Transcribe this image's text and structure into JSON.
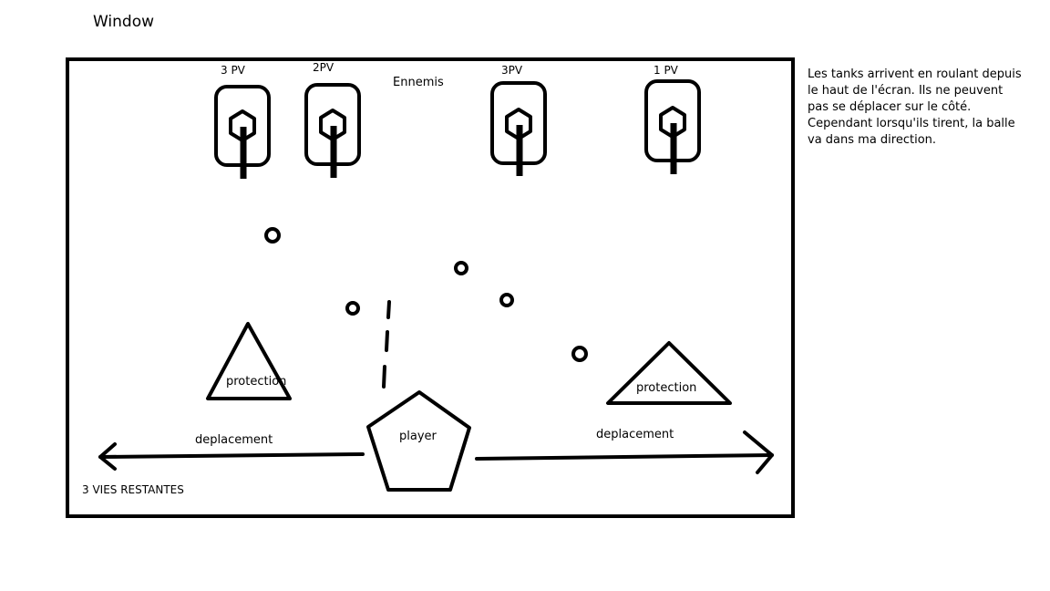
{
  "window": {
    "title": "Window"
  },
  "notes": {
    "text": "Les tanks arrivent en roulant depuis le haut de l'écran. Ils ne peuvent pas se déplacer sur le côté. Cependant lorsqu'ils tirent, la balle va dans ma direction."
  },
  "enemies": {
    "label": "Ennemis",
    "tanks": [
      {
        "hp_label": "3 PV"
      },
      {
        "hp_label": "2PV"
      },
      {
        "hp_label": "3PV"
      },
      {
        "hp_label": "1 PV"
      }
    ]
  },
  "shields": [
    {
      "label": "protection"
    },
    {
      "label": "protection"
    }
  ],
  "player": {
    "label": "player"
  },
  "movement": {
    "left_label": "deplacement",
    "right_label": "deplacement"
  },
  "status": {
    "lives": "3 VIES RESTANTES"
  },
  "colors": {
    "ink": "#000000",
    "background": "#ffffff"
  }
}
